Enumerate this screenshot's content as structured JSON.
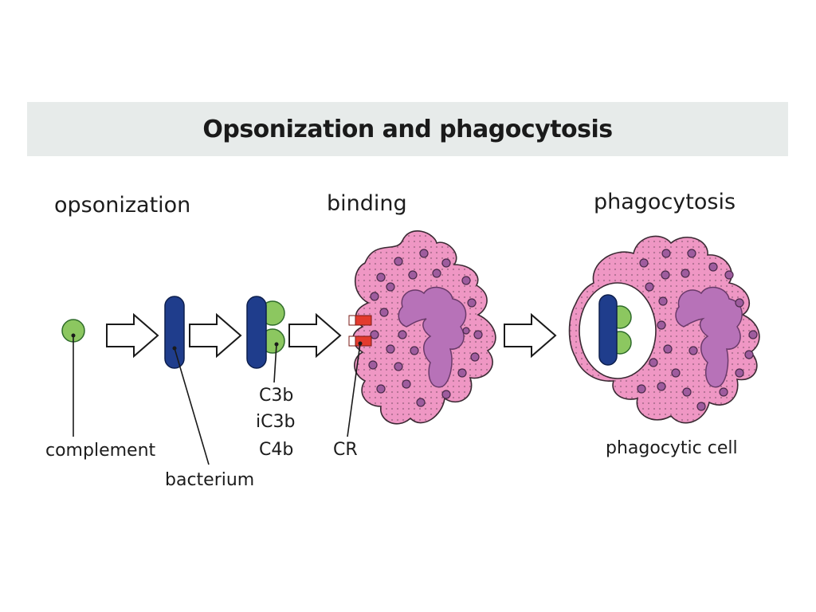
{
  "title": "Opsonization and phagocytosis",
  "steps": {
    "opsonization": "opsonization",
    "binding": "binding",
    "phagocytosis": "phagocytosis"
  },
  "labels": {
    "complement": "complement",
    "bacterium": "bacterium",
    "c3b": "C3b",
    "ic3b": "iC3b",
    "c4b": "C4b",
    "cr": "CR",
    "phagocytic_cell": "phagocytic cell"
  },
  "colors": {
    "complement": "#8cc760",
    "bacterium": "#1f3d8c",
    "cell_body": "#ef97c4",
    "cell_granule": "#9e5c9e",
    "nucleus": "#b772b8",
    "receptor": "#e33b2e",
    "title_band": "#e7ebea"
  }
}
